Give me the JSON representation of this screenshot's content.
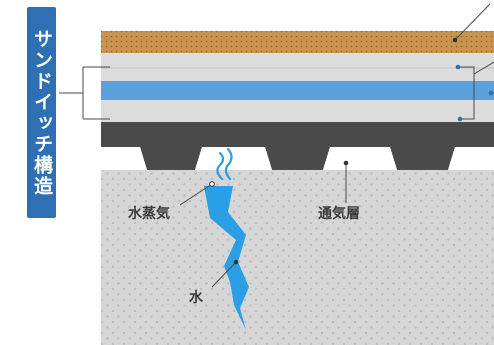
{
  "diagram": {
    "side_label": "サンドイッチ構造",
    "labels": {
      "vapor": "水蒸気",
      "air_layer": "通気層",
      "water": "水"
    }
  },
  "colors": {
    "top_layer": "#c9954e",
    "panel": "#dcdcdc",
    "blue_band": "#5b9fdb",
    "base_plate": "#4a4a4a",
    "concrete": "#d6d6d6",
    "water": "#2a9fe6",
    "tab": "#2f6fb3"
  },
  "icons": [
    "vapor-wave-icon",
    "leader-dot-icon"
  ]
}
